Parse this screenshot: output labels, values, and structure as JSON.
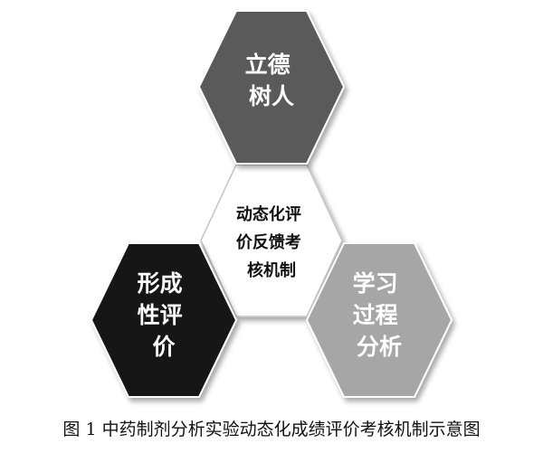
{
  "diagram": {
    "center": {
      "lines": [
        "动态化评",
        "价反馈考",
        "核机制"
      ],
      "fill": "#ffffff",
      "text_color": "#111111"
    },
    "top": {
      "lines": [
        "立德",
        "树人"
      ],
      "fill": "#5a5a5a",
      "text_color": "#ffffff"
    },
    "left": {
      "lines": [
        "形成",
        "性评",
        "价"
      ],
      "fill": "#141414",
      "text_color": "#ffffff"
    },
    "right": {
      "lines": [
        "学习",
        "过程",
        "分析"
      ],
      "fill": "#a6a6a6",
      "text_color": "#ffffff"
    }
  },
  "caption": "图 1  中药制剂分析实验动态化成绩评价考核机制示意图"
}
